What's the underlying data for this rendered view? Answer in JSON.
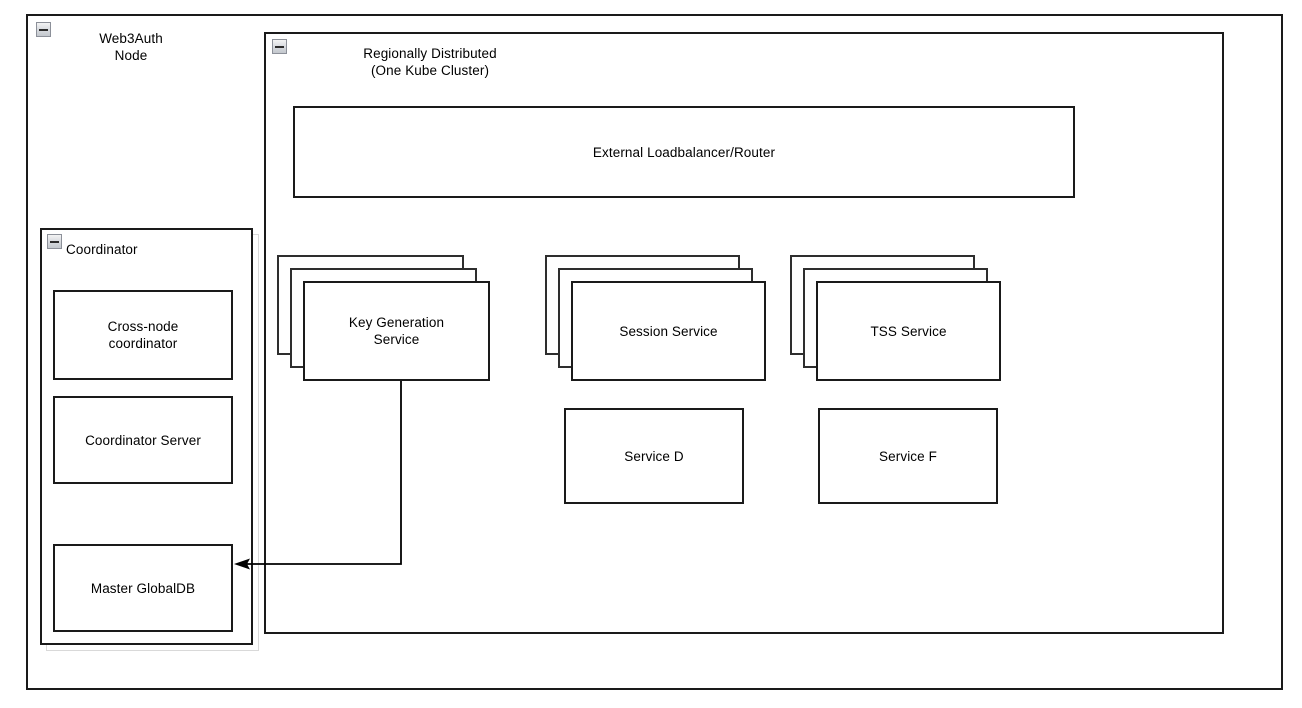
{
  "diagram": {
    "outer": {
      "name": "Web3Auth Node",
      "title": "Web3Auth\nNode",
      "collapse_icon": "collapse-minus-icon"
    },
    "cluster": {
      "name": "Regionally Distributed",
      "title": "Regionally Distributed\n(One Kube Cluster)",
      "collapse_icon": "collapse-minus-icon"
    },
    "coordinator": {
      "name": "Coordinator",
      "title": "Coordinator",
      "collapse_icon": "collapse-minus-icon",
      "children": [
        {
          "id": "cross-node-coordinator",
          "label": "Cross-node\ncoordinator"
        },
        {
          "id": "coordinator-server",
          "label": "Coordinator Server"
        },
        {
          "id": "master-globaldb",
          "label": "Master GlobalDB"
        }
      ]
    },
    "loadbalancer": {
      "id": "external-loadbalancer-router",
      "label": "External Loadbalancer/Router"
    },
    "services": {
      "stacked": [
        {
          "id": "key-generation-service",
          "label": "Key Generation\nService",
          "instances": 3
        },
        {
          "id": "session-service",
          "label": "Session Service",
          "instances": 3
        },
        {
          "id": "tss-service",
          "label": "TSS Service",
          "instances": 3
        }
      ],
      "single": [
        {
          "id": "service-d",
          "label": "Service D"
        },
        {
          "id": "service-f",
          "label": "Service F"
        }
      ]
    },
    "connections": [
      {
        "id": "keygen-to-master-globaldb",
        "from": "key-generation-service",
        "to": "master-globaldb",
        "arrow": "single-left"
      }
    ],
    "colors": {
      "stroke": "#1a1a1a",
      "stack_stroke": "#2e2e2e",
      "background": "#ffffff",
      "text": "#000000",
      "shadow": "#d9d9d9",
      "icon_border": "#8c9099"
    }
  }
}
